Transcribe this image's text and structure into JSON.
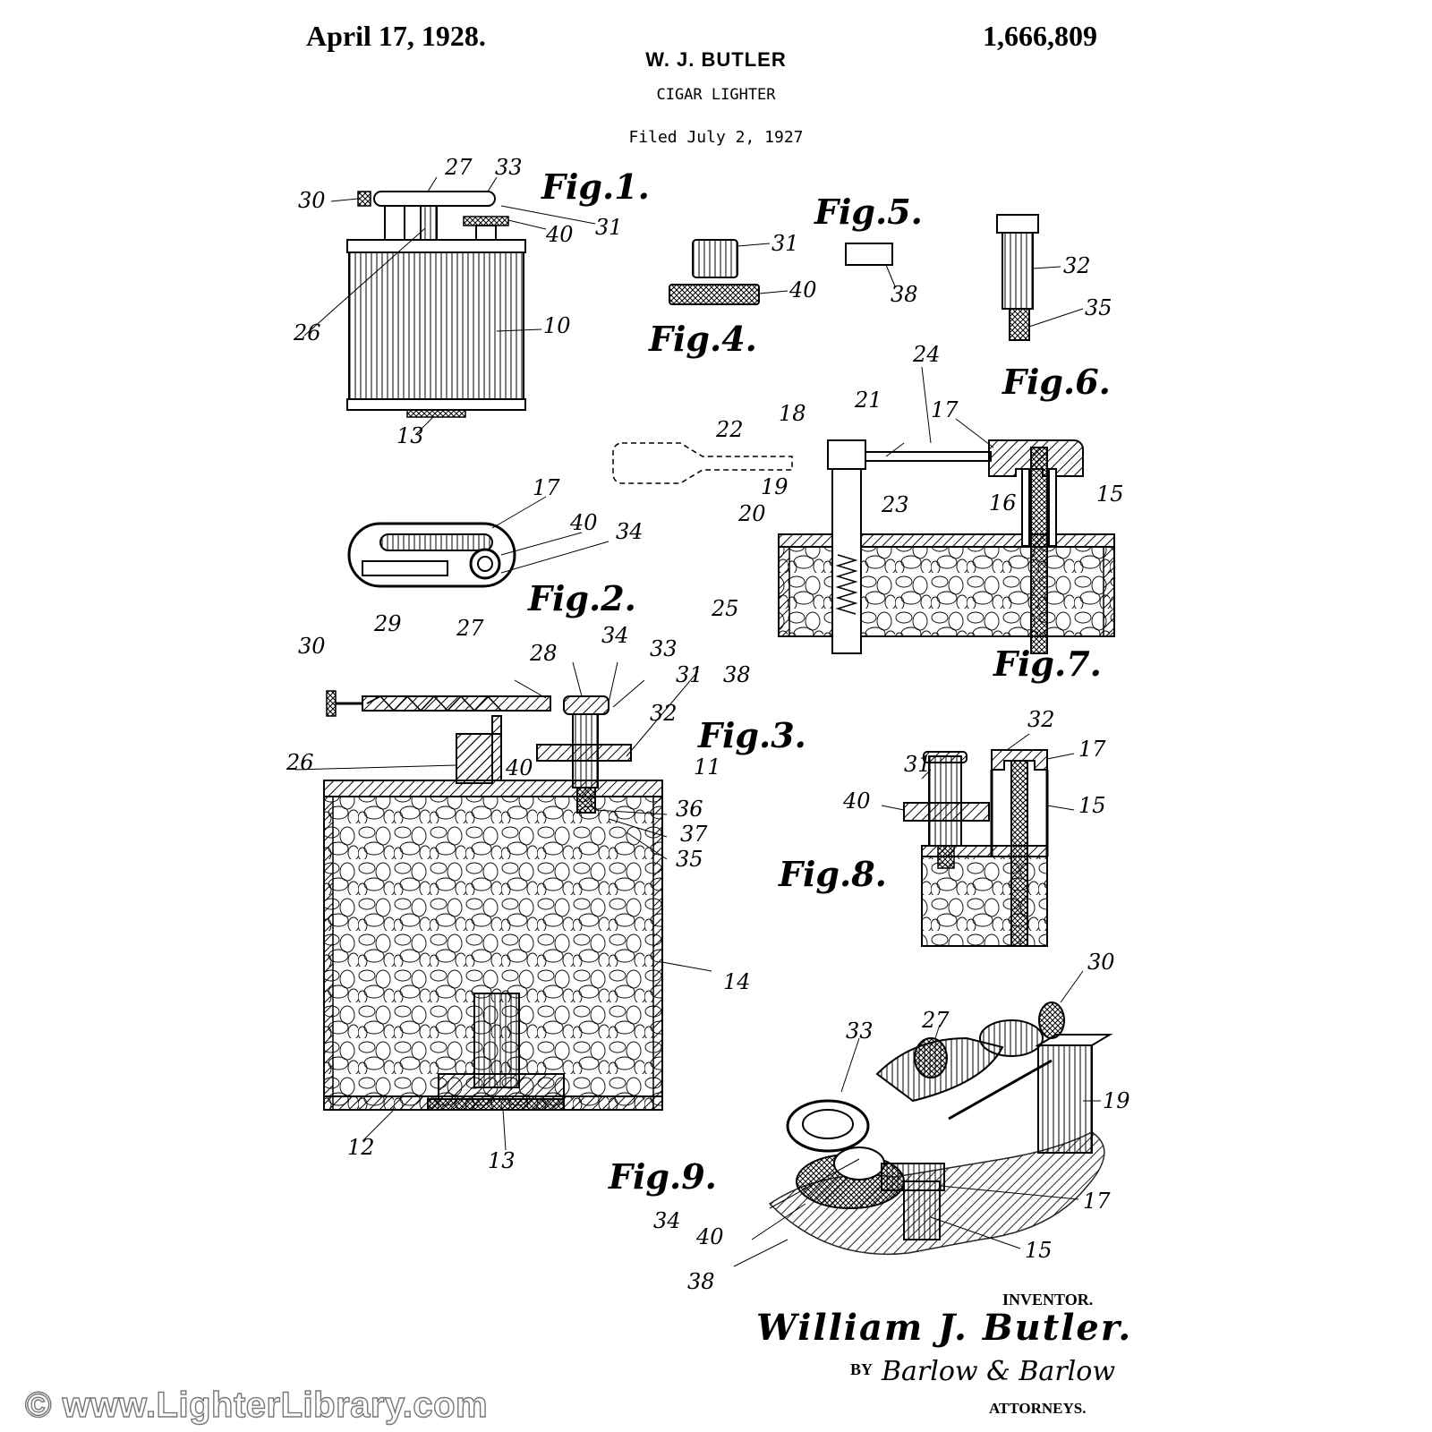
{
  "header": {
    "date": "April 17, 1928.",
    "patent_number": "1,666,809",
    "inventor_name": "W. J. BUTLER",
    "title": "CIGAR LIGHTER",
    "filed": "Filed July 2, 1927"
  },
  "figures": {
    "fig1": "Fig.1.",
    "fig2": "Fig.2.",
    "fig3": "Fig.3.",
    "fig4": "Fig.4.",
    "fig5": "Fig.5.",
    "fig6": "Fig.6.",
    "fig7": "Fig.7.",
    "fig8": "Fig.8.",
    "fig9": "Fig.9."
  },
  "refs": {
    "r10": "10",
    "r11": "11",
    "r12": "12",
    "r13": "13",
    "r14": "14",
    "r15": "15",
    "r16": "16",
    "r17": "17",
    "r18": "18",
    "r19": "19",
    "r20": "20",
    "r21": "21",
    "r22": "22",
    "r23": "23",
    "r24": "24",
    "r25": "25",
    "r26": "26",
    "r27": "27",
    "r28": "28",
    "r29": "29",
    "r30": "30",
    "r31": "31",
    "r32": "32",
    "r33": "33",
    "r34": "34",
    "r35": "35",
    "r36": "36",
    "r37": "37",
    "r38": "38",
    "r40": "40"
  },
  "footer": {
    "inventor_label": "INVENTOR.",
    "inventor_signature": "William J. Butler.",
    "by_label": "BY",
    "attorney_signature": "Barlow & Barlow",
    "attorneys_label": "ATTORNEYS."
  },
  "watermark": "© www.LighterLibrary.com"
}
